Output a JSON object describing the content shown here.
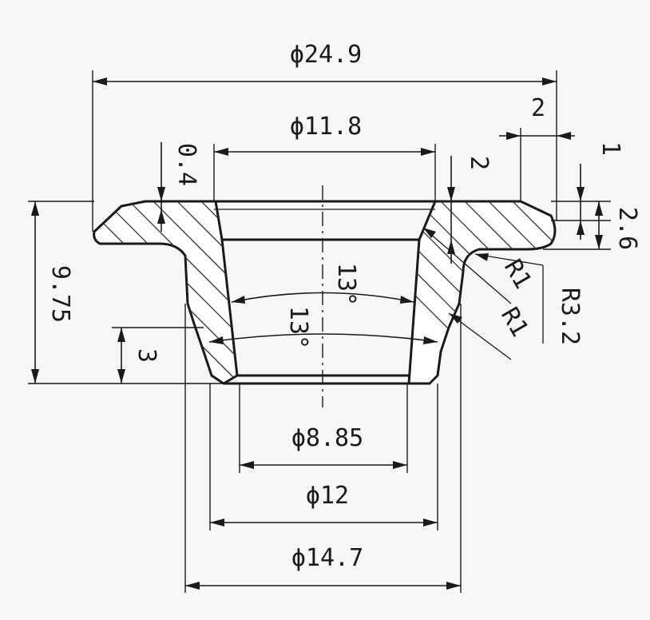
{
  "dimensions": {
    "overall_diameter": "ϕ24.9",
    "top_bore_diameter": "ϕ11.8",
    "bottom_bore_diameter": "ϕ8.85",
    "neck_diameter": "ϕ12",
    "body_diameter": "ϕ14.7",
    "flange_width": "2",
    "flange_step": "1",
    "flange_thickness": "2.6",
    "top_wall_offset": "2",
    "chamfer": "0.4",
    "overall_height": "9.75",
    "lower_height": "3",
    "inner_taper_angle": "13°",
    "outer_taper_angle": "13°",
    "radius_inner": "R1",
    "radius_outer": "R1",
    "radius_flange": "R3.2"
  }
}
